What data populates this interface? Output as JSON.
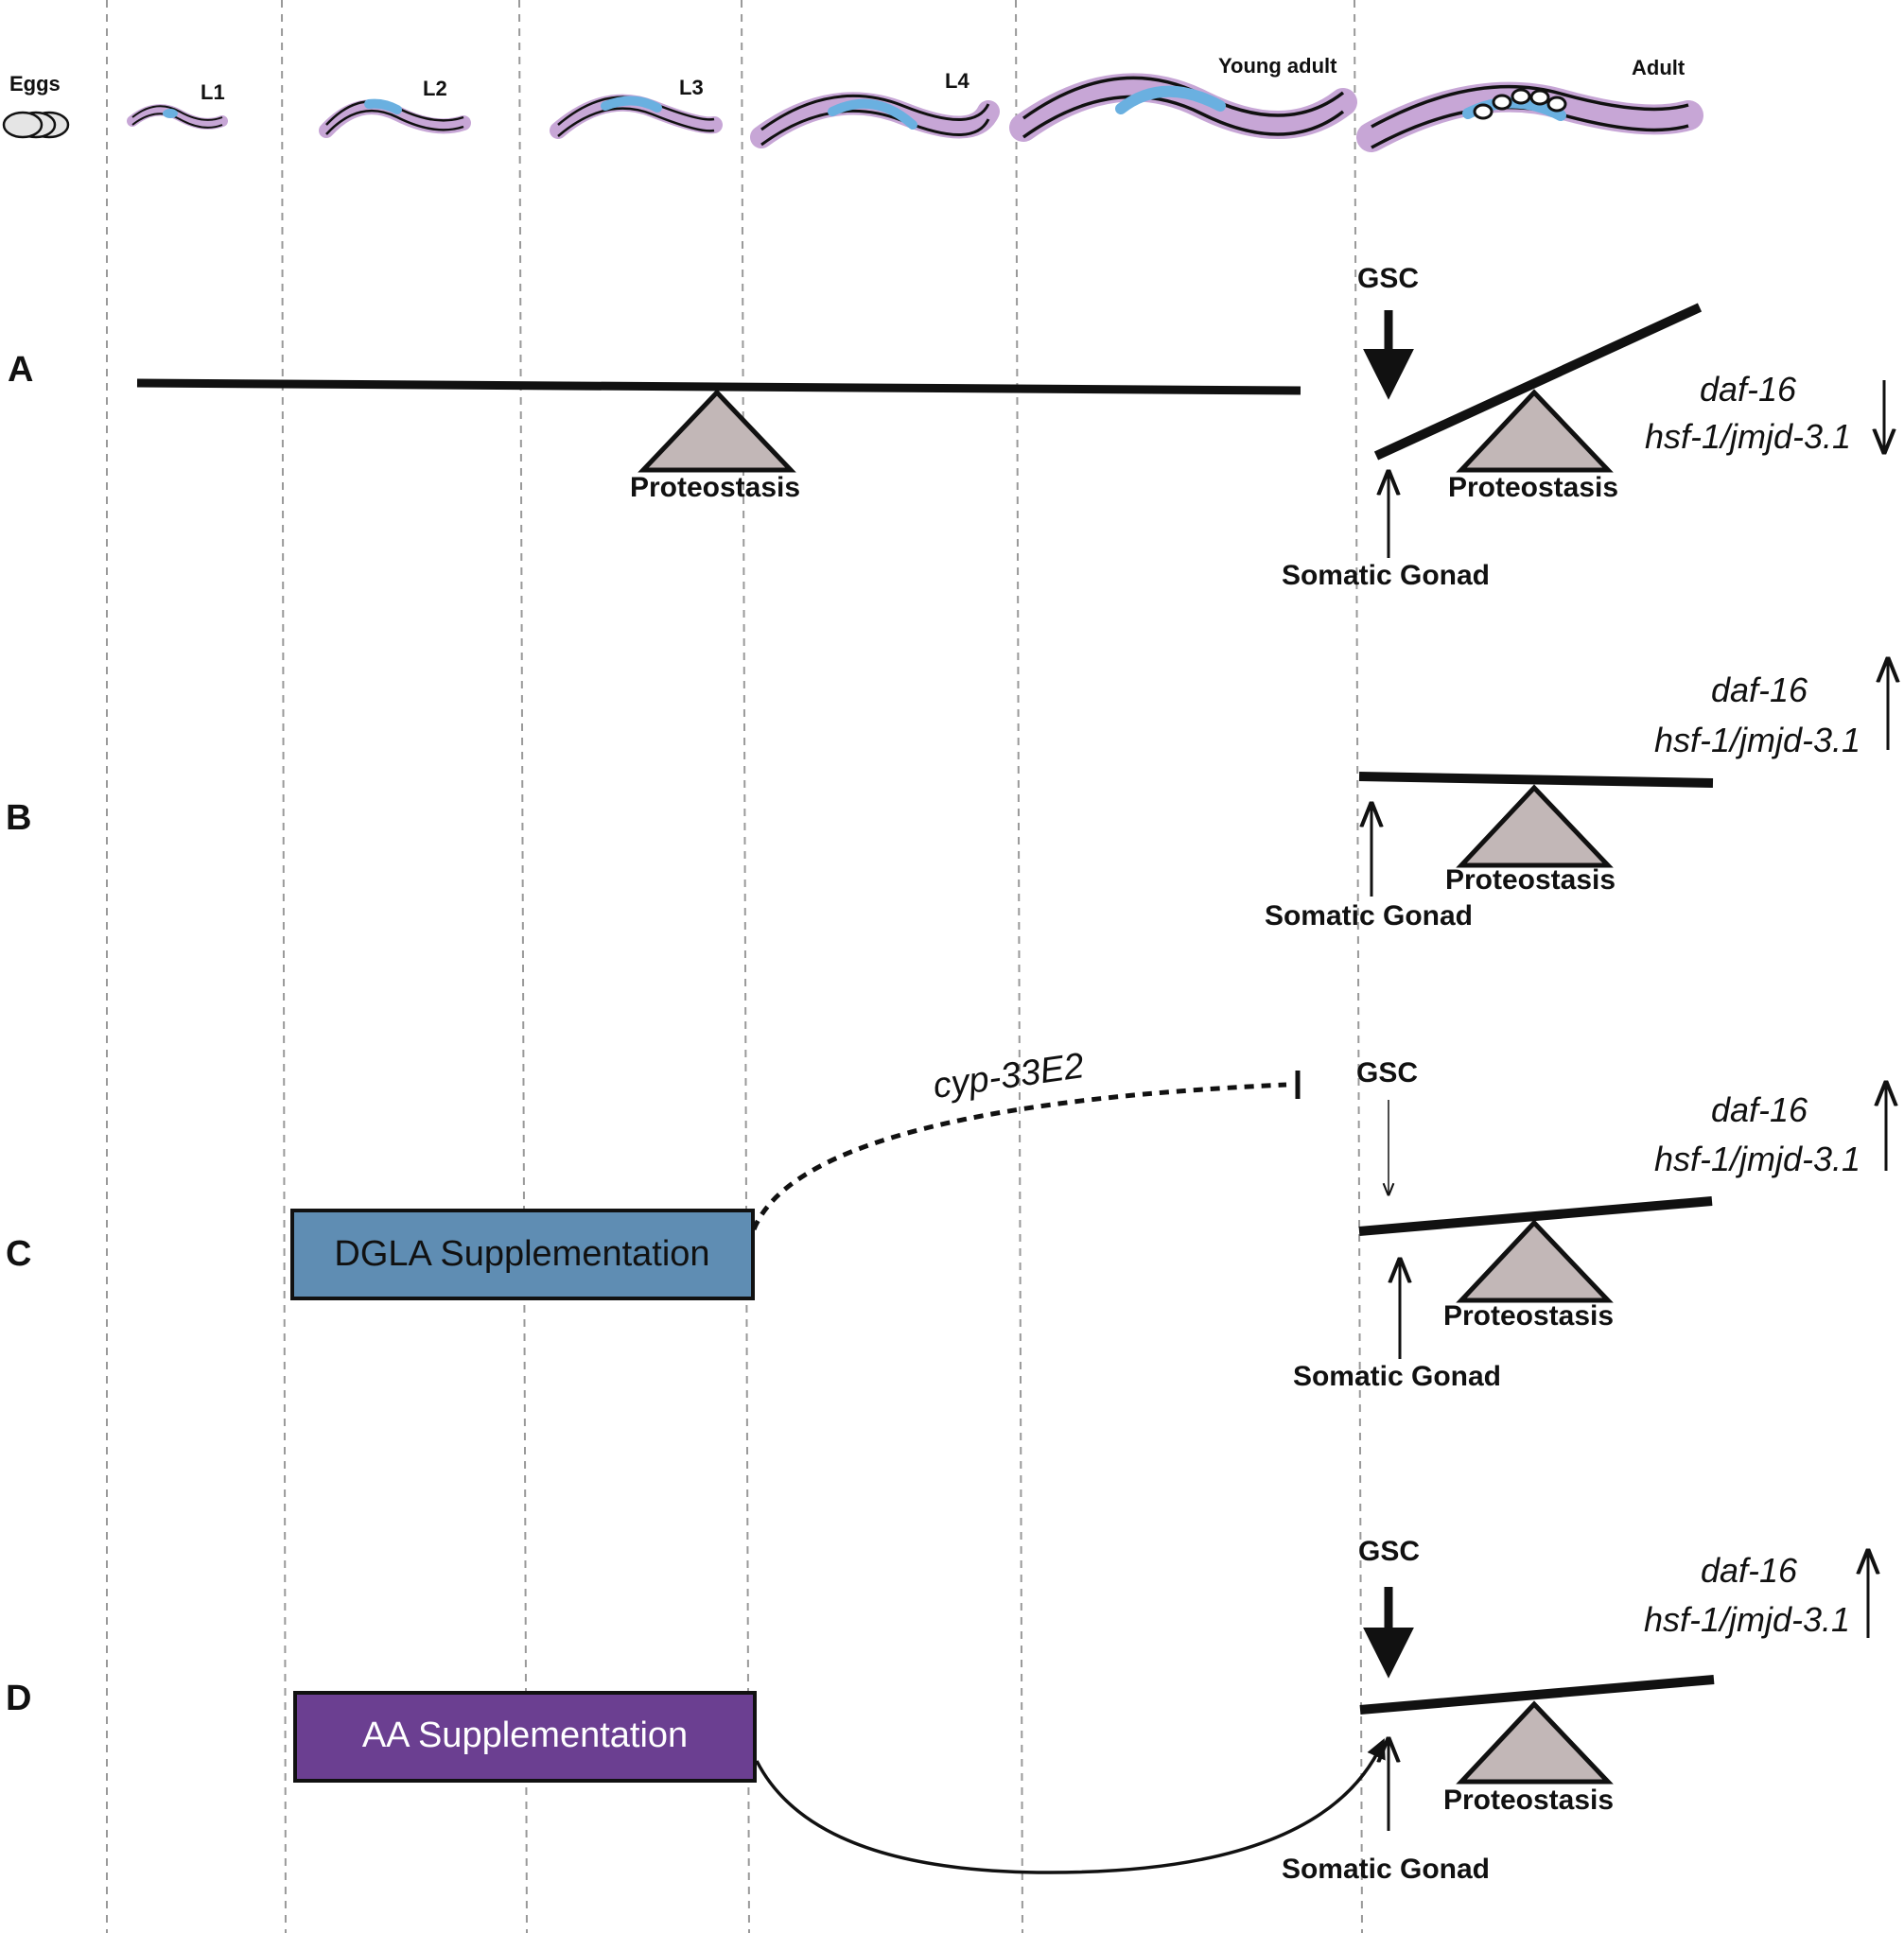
{
  "colors": {
    "worm_body": "#c7a6d6",
    "gonad": "#6ab0e0",
    "fulcrum_fill": "#c2b7b7",
    "dgla_box": "#5f8db3",
    "aa_box": "#6b3f91",
    "line": "#111111",
    "divider": "#999999"
  },
  "stages": [
    "Eggs",
    "L1",
    "L2",
    "L3",
    "L4",
    "Young adult",
    "Adult"
  ],
  "rows": {
    "A": {
      "letter": "A",
      "gsc": "GSC",
      "left_fulcrum": "Proteostasis",
      "right_fulcrum": "Proteostasis",
      "somatic": "Somatic Gonad",
      "gene1": "daf-16",
      "gene2": "hsf-1/jmjd-3.1",
      "trend": "down"
    },
    "B": {
      "letter": "B",
      "fulcrum": "Proteostasis",
      "somatic": "Somatic Gonad",
      "gene1": "daf-16",
      "gene2": "hsf-1/jmjd-3.1",
      "trend": "up"
    },
    "C": {
      "letter": "C",
      "gsc": "GSC",
      "supplement": "DGLA Supplementation",
      "inhibitor": "cyp-33E2",
      "fulcrum": "Proteostasis",
      "somatic": "Somatic Gonad",
      "gene1": "daf-16",
      "gene2": "hsf-1/jmjd-3.1",
      "trend": "up"
    },
    "D": {
      "letter": "D",
      "gsc": "GSC",
      "supplement": "AA Supplementation",
      "fulcrum": "Proteostasis",
      "somatic": "Somatic Gonad",
      "gene1": "daf-16",
      "gene2": "hsf-1/jmjd-3.1",
      "trend": "up"
    }
  }
}
